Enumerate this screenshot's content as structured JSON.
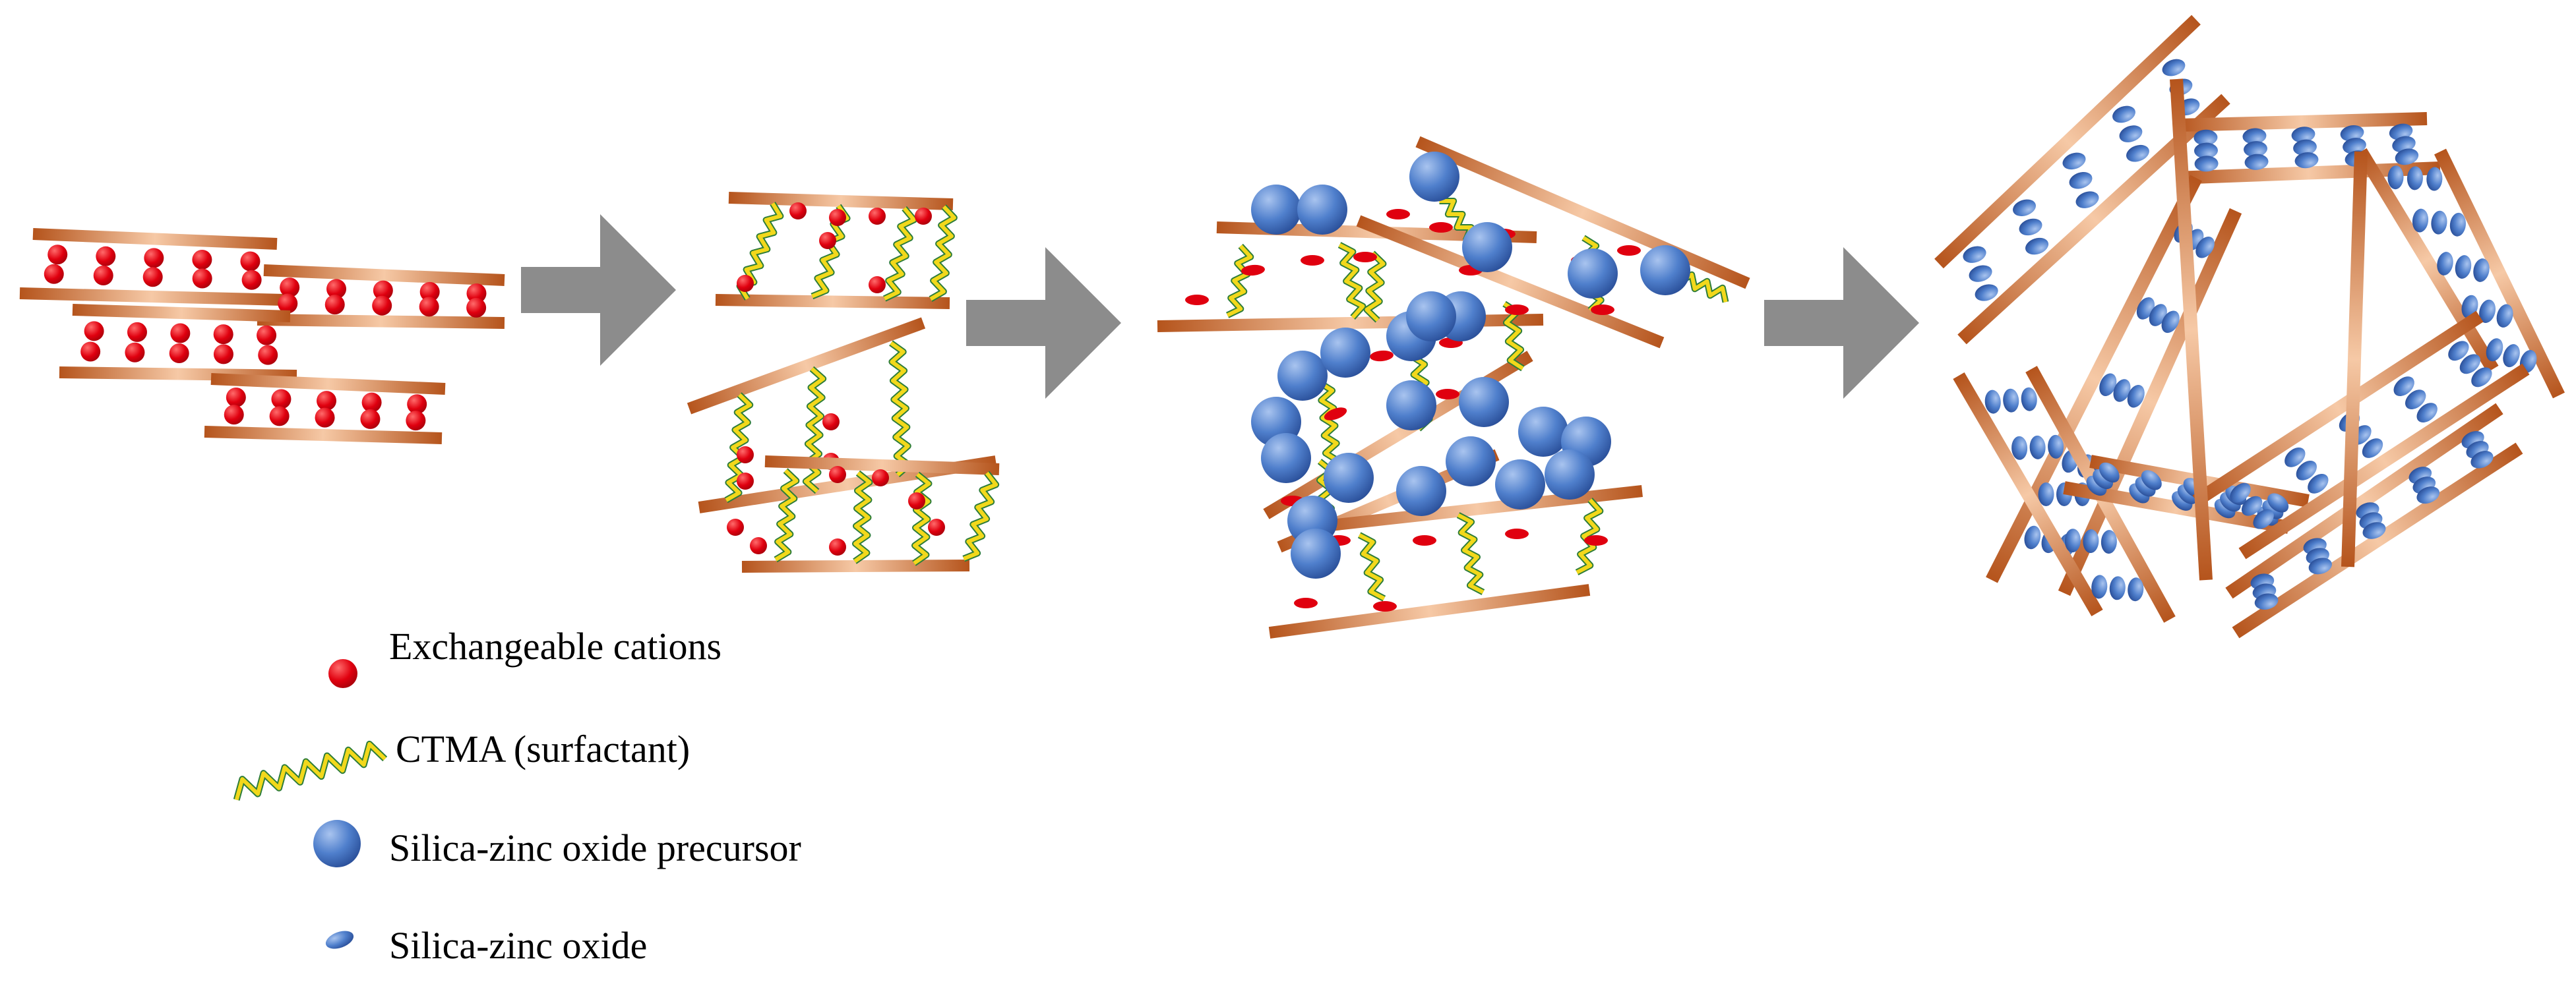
{
  "legend": {
    "exchangeable_cations": "Exchangeable cations",
    "surfactant": "CTMA (surfactant)",
    "precursor": "Silica-zinc oxide precursor",
    "silica_zinc_oxide": "Silica-zinc oxide"
  },
  "colors": {
    "clay_sheet_dark": "#b5541c",
    "clay_sheet_light": "#f6c9a6",
    "cation": "#e0000f",
    "surfactant_yellow": "#f2d81b",
    "surfactant_green": "#2e7d3a",
    "precursor": "#4f7fcc",
    "arrow": "#8c8c8c"
  },
  "icons": {
    "cation": "red-dot-icon",
    "surfactant": "zigzag-surfactant-icon",
    "precursor": "blue-sphere-icon",
    "silica_zinc_oxide": "blue-ellipse-icon"
  }
}
